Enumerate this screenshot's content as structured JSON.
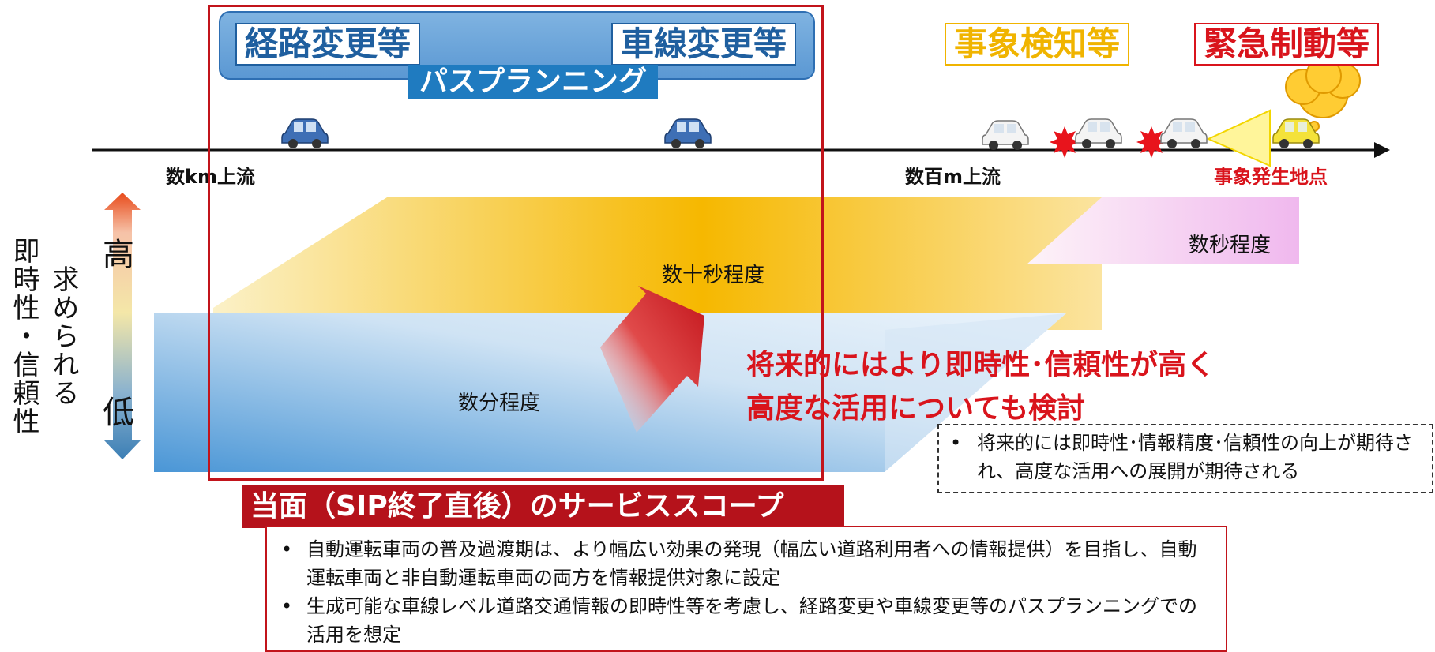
{
  "header": {
    "route_change": "経路変更等",
    "lane_change": "車線変更等",
    "path_planning": "パスプランニング",
    "event_detection": "事象検知等",
    "emergency_braking": "緊急制動等"
  },
  "axis": {
    "upstream_km": "数km上流",
    "upstream_m": "数百m上流",
    "event_point": "事象発生地点"
  },
  "vertical_label": {
    "line1": "即時性・信頼性",
    "line2": "求められる",
    "high": "高",
    "low": "低"
  },
  "bands": {
    "tens_of_seconds": "数十秒程度",
    "seconds": "数秒程度",
    "minutes": "数分程度"
  },
  "future": {
    "line1": "将来的にはより即時性･信頼性が高く",
    "line2": "高度な活用についても検討",
    "note_bullet": "•",
    "note": "将来的には即時性･情報精度･信頼性の向上が期待され、高度な活用への展開が期待される"
  },
  "scope": {
    "title": "当面（SIP終了直後）のサービススコープ",
    "items": [
      {
        "bullet": "•",
        "text": "自動運転車両の普及過渡期は、より幅広い効果の発現（幅広い道路利用者への情報提供）を目指し、自動運転車両と非自動運転車両の両方を情報提供対象に設定"
      },
      {
        "bullet": "•",
        "text": "生成可能な車線レベル道路交通情報の即時性等を考慮し、経路変更や車線変更等のパスプランニングでの活用を想定"
      }
    ]
  },
  "colors": {
    "accent_red": "#d9141c",
    "scope_red": "#b5121b",
    "blue_label": "#1f5f9f",
    "yellow_label": "#f0b400",
    "car_blue": "#3e6fb5",
    "car_white": "#f2f2f2",
    "car_yellow": "#f4e23a"
  },
  "icons": [
    "car-icon",
    "collision-burst-icon",
    "thought-cloud-icon",
    "headlight-beam-icon",
    "up-down-level-arrow-icon",
    "trend-arrow-icon"
  ]
}
